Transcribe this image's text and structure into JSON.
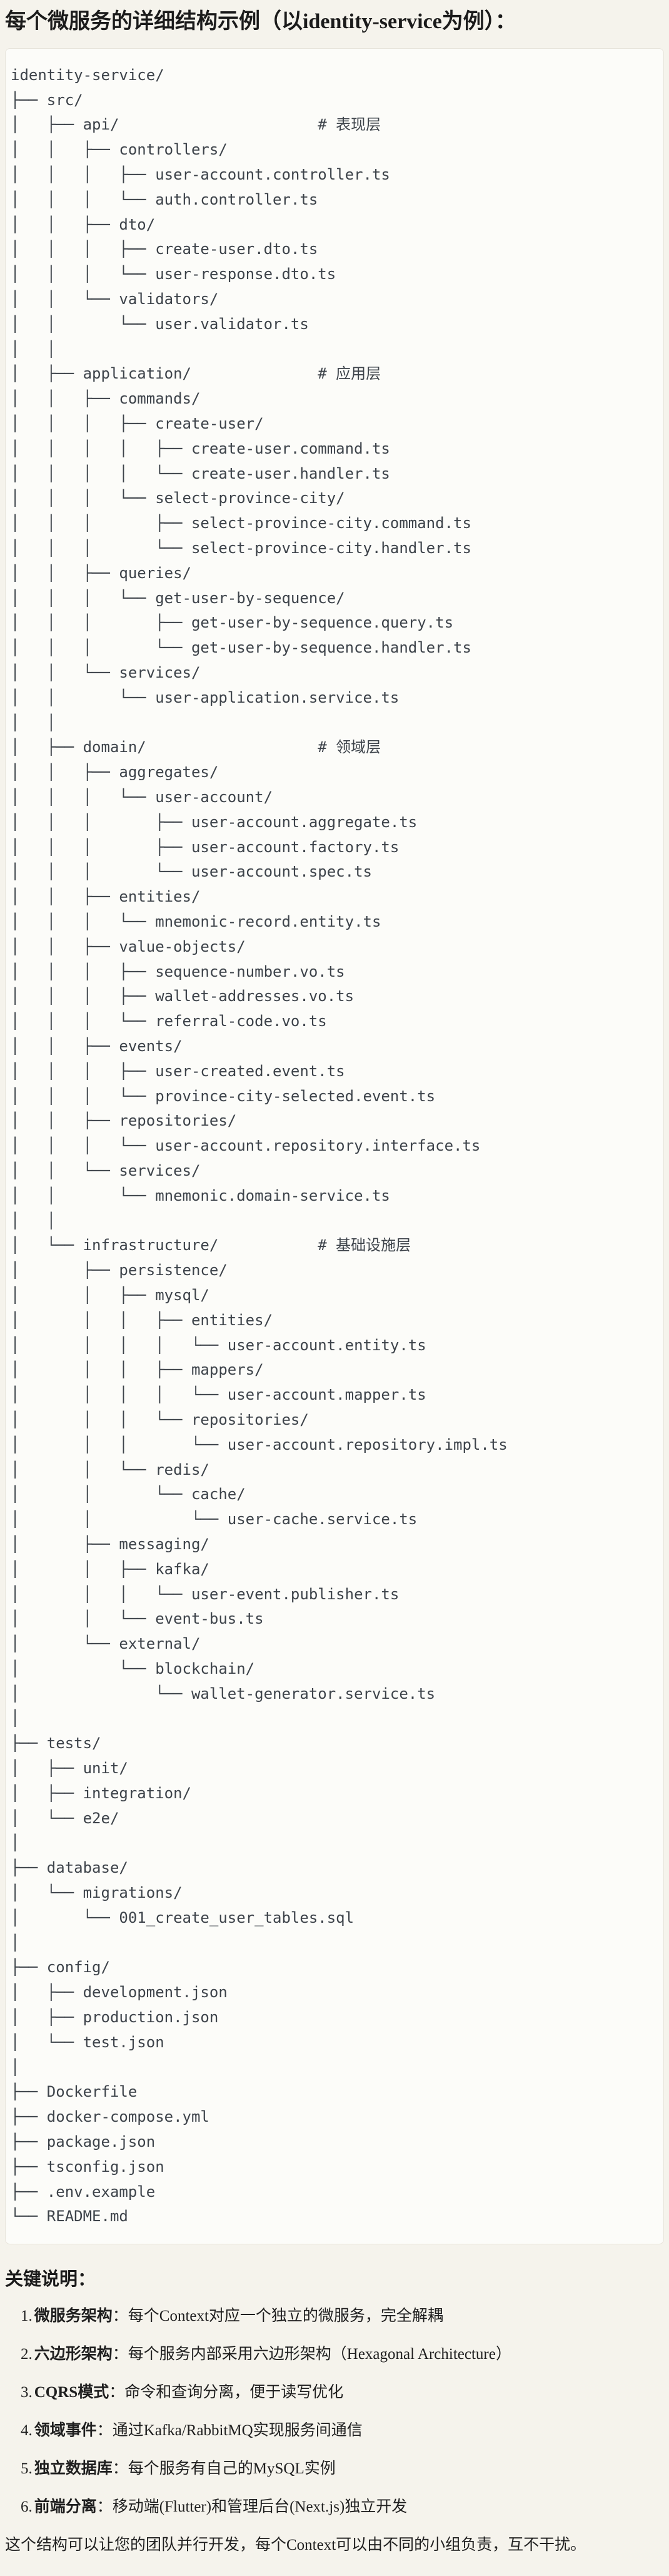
{
  "page": {
    "title": "每个微服务的详细结构示例（以identity-service为例）："
  },
  "tree": {
    "lines": [
      "identity-service/",
      "├── src/",
      "│   ├── api/                      # 表现层",
      "│   │   ├── controllers/",
      "│   │   │   ├── user-account.controller.ts",
      "│   │   │   └── auth.controller.ts",
      "│   │   ├── dto/",
      "│   │   │   ├── create-user.dto.ts",
      "│   │   │   └── user-response.dto.ts",
      "│   │   └── validators/",
      "│   │       └── user.validator.ts",
      "│   │",
      "│   ├── application/              # 应用层",
      "│   │   ├── commands/",
      "│   │   │   ├── create-user/",
      "│   │   │   │   ├── create-user.command.ts",
      "│   │   │   │   └── create-user.handler.ts",
      "│   │   │   └── select-province-city/",
      "│   │   │       ├── select-province-city.command.ts",
      "│   │   │       └── select-province-city.handler.ts",
      "│   │   ├── queries/",
      "│   │   │   └── get-user-by-sequence/",
      "│   │   │       ├── get-user-by-sequence.query.ts",
      "│   │   │       └── get-user-by-sequence.handler.ts",
      "│   │   └── services/",
      "│   │       └── user-application.service.ts",
      "│   │",
      "│   ├── domain/                   # 领域层",
      "│   │   ├── aggregates/",
      "│   │   │   └── user-account/",
      "│   │   │       ├── user-account.aggregate.ts",
      "│   │   │       ├── user-account.factory.ts",
      "│   │   │       └── user-account.spec.ts",
      "│   │   ├── entities/",
      "│   │   │   └── mnemonic-record.entity.ts",
      "│   │   ├── value-objects/",
      "│   │   │   ├── sequence-number.vo.ts",
      "│   │   │   ├── wallet-addresses.vo.ts",
      "│   │   │   └── referral-code.vo.ts",
      "│   │   ├── events/",
      "│   │   │   ├── user-created.event.ts",
      "│   │   │   └── province-city-selected.event.ts",
      "│   │   ├── repositories/",
      "│   │   │   └── user-account.repository.interface.ts",
      "│   │   └── services/",
      "│   │       └── mnemonic.domain-service.ts",
      "│   │",
      "│   └── infrastructure/           # 基础设施层",
      "│       ├── persistence/",
      "│       │   ├── mysql/",
      "│       │   │   ├── entities/",
      "│       │   │   │   └── user-account.entity.ts",
      "│       │   │   ├── mappers/",
      "│       │   │   │   └── user-account.mapper.ts",
      "│       │   │   └── repositories/",
      "│       │   │       └── user-account.repository.impl.ts",
      "│       │   └── redis/",
      "│       │       └── cache/",
      "│       │           └── user-cache.service.ts",
      "│       ├── messaging/",
      "│       │   ├── kafka/",
      "│       │   │   └── user-event.publisher.ts",
      "│       │   └── event-bus.ts",
      "│       └── external/",
      "│           └── blockchain/",
      "│               └── wallet-generator.service.ts",
      "│",
      "├── tests/",
      "│   ├── unit/",
      "│   ├── integration/",
      "│   └── e2e/",
      "│",
      "├── database/",
      "│   └── migrations/",
      "│       └── 001_create_user_tables.sql",
      "│",
      "├── config/",
      "│   ├── development.json",
      "│   ├── production.json",
      "│   └── test.json",
      "│",
      "├── Dockerfile",
      "├── docker-compose.yml",
      "├── package.json",
      "├── tsconfig.json",
      "├── .env.example",
      "└── README.md"
    ]
  },
  "notes": {
    "heading": "关键说明：",
    "items": [
      {
        "num": "1.",
        "term": "微服务架构",
        "desc": "：每个Context对应一个独立的微服务，完全解耦"
      },
      {
        "num": "2.",
        "term": "六边形架构",
        "desc": "：每个服务内部采用六边形架构（Hexagonal Architecture）"
      },
      {
        "num": "3.",
        "term": "CQRS模式",
        "desc": "：命令和查询分离，便于读写优化"
      },
      {
        "num": "4.",
        "term": "领域事件",
        "desc": "：通过Kafka/RabbitMQ实现服务间通信"
      },
      {
        "num": "5.",
        "term": "独立数据库",
        "desc": "：每个服务有自己的MySQL实例"
      },
      {
        "num": "6.",
        "term": "前端分离",
        "desc": "：移动端(Flutter)和管理后台(Next.js)独立开发"
      }
    ],
    "footer": "这个结构可以让您的团队并行开发，每个Context可以由不同的小组负责，互不干扰。"
  },
  "colors": {
    "page_background": "#f5f3ec",
    "card_background": "#fcfcf9",
    "card_border": "#e7e4db",
    "tree_text": "#3d434a",
    "body_text": "#1f1f1f"
  }
}
